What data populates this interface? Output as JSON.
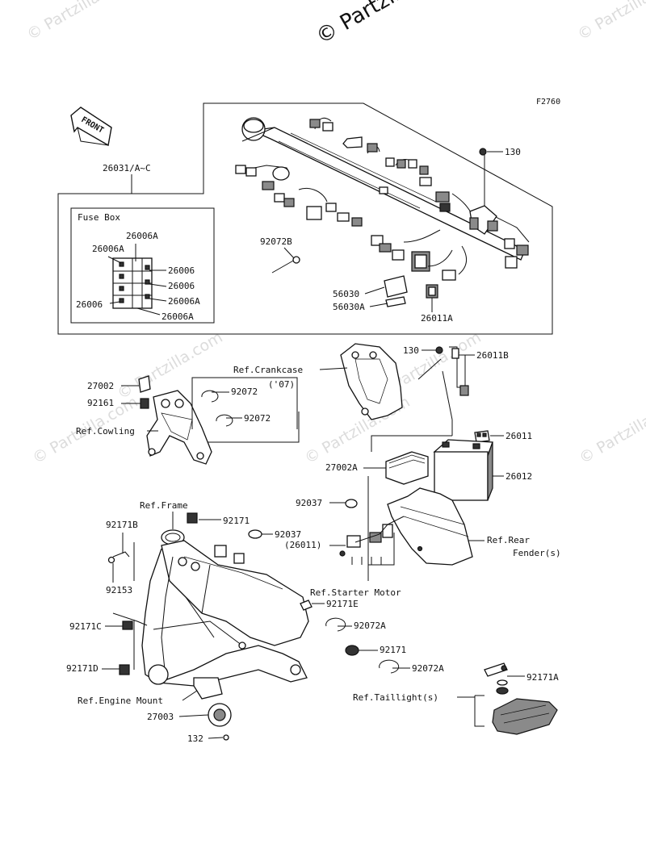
{
  "watermark": {
    "main": "© Partzilla.com",
    "tile": "© Partzilla.com"
  },
  "figure": {
    "code": "F2760",
    "front_label": "FRONT"
  },
  "fuse_box": {
    "title": "Fuse Box",
    "labels": [
      "26006A",
      "26006A",
      "26006",
      "26006",
      "26006",
      "26006A",
      "26006A"
    ]
  },
  "callouts": {
    "harness": "26031/A~C",
    "bolt_top": "130",
    "clamp_92072B": "92072B",
    "p56030": "56030",
    "p56030A": "56030A",
    "relay_26011A": "26011A",
    "bolt_mid": "130",
    "lead_26011B": "26011B",
    "ref_crankcase": "Ref.Crankcase",
    "p27002": "27002",
    "p92161": "92161",
    "band_92072_a": "92072",
    "year_07": "('07)",
    "band_92072_b": "92072",
    "ref_cowling": "Ref.Cowling",
    "relay_26011": "26011",
    "battery_26012": "26012",
    "ecu_27002A": "27002A",
    "clamp_92037_a": "92037",
    "ref_frame": "Ref.Frame",
    "p92171_top": "92171",
    "p92037_b": "92037",
    "p26011_paren": "(26011)",
    "ref_rear_fender": "Ref.Rear",
    "ref_rear_fender_2": "Fender(s)",
    "p92171B": "92171B",
    "p92153": "92153",
    "ref_starter": "Ref.Starter Motor",
    "p92171E": "92171E",
    "p92171C": "92171C",
    "p92072A_a": "92072A",
    "p92171_mid": "92171",
    "p92171D": "92171D",
    "p92072A_b": "92072A",
    "p92171A": "92171A",
    "ref_engine_mount": "Ref.Engine Mount",
    "ref_taillight": "Ref.Taillight(s)",
    "p27003": "27003",
    "p132": "132"
  },
  "icons": [
    "front-arrow-icon",
    "copyright-icon"
  ]
}
